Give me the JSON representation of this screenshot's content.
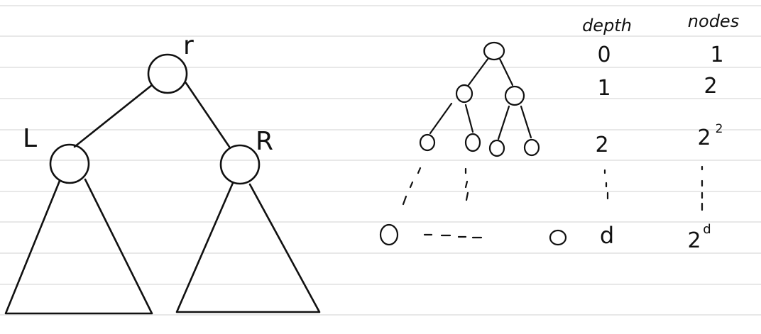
{
  "colors": {
    "ink": "#111111",
    "paper": "#ffffff",
    "ruled_line": "#d9d9d9"
  },
  "left_tree": {
    "root_label": "r",
    "left_label": "L",
    "right_label": "R"
  },
  "table": {
    "depth_header": "depth",
    "nodes_header": "nodes",
    "rows": [
      {
        "depth": "0",
        "nodes_base": "1",
        "nodes_exp": ""
      },
      {
        "depth": "1",
        "nodes_base": "2",
        "nodes_exp": ""
      },
      {
        "depth": "2",
        "nodes_base": "2",
        "nodes_exp": "2"
      },
      {
        "depth": "d",
        "nodes_base": "2",
        "nodes_exp": "d"
      }
    ]
  }
}
